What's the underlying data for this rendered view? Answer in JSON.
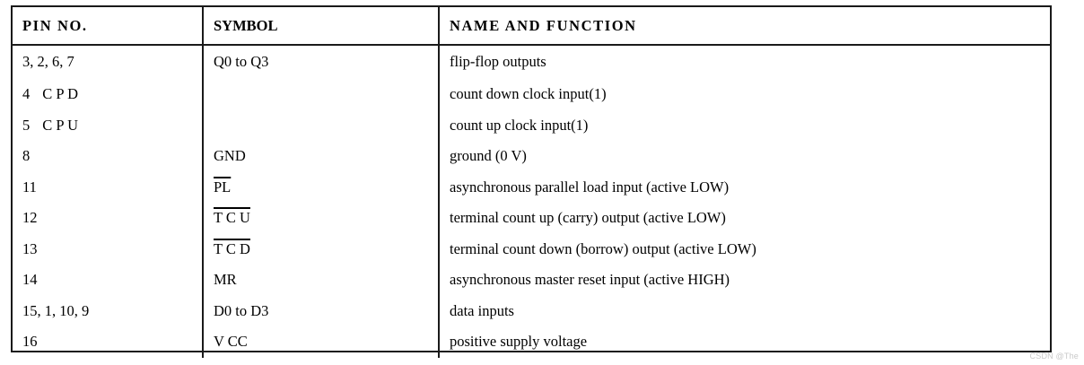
{
  "table": {
    "headers": {
      "pin": "PIN NO.",
      "symbol": "SYMBOL",
      "name": "NAME AND FUNCTION"
    },
    "rows": [
      {
        "pin": "3, 2, 6, 7",
        "symbol": "Q0 to Q3",
        "symbol_overline": "",
        "name": "flip-flop outputs"
      },
      {
        "pin": "4",
        "pin_extra": "C P D",
        "symbol": "",
        "symbol_overline": "",
        "name": "count down clock input(1)"
      },
      {
        "pin": "5",
        "pin_extra": "C P U",
        "symbol": "",
        "symbol_overline": "",
        "name": "count up clock input(1)"
      },
      {
        "pin": "8",
        "symbol": "GND",
        "symbol_overline": "",
        "name": "ground (0 V)"
      },
      {
        "pin": "11",
        "symbol": "",
        "symbol_overline": "PL",
        "name": "asynchronous parallel load input (active LOW)"
      },
      {
        "pin": "12",
        "symbol": "",
        "symbol_overline": "T C U",
        "name": "terminal count up (carry) output (active LOW)"
      },
      {
        "pin": "13",
        "symbol": "",
        "symbol_overline": "T C D",
        "name": "terminal count down (borrow) output (active LOW)"
      },
      {
        "pin": "14",
        "symbol": "MR",
        "symbol_overline": "",
        "name": "asynchronous master reset input (active HIGH)"
      },
      {
        "pin": "15, 1, 10, 9",
        "symbol": "D0 to D3",
        "symbol_overline": "",
        "name": "data inputs"
      },
      {
        "pin": "16",
        "symbol": "V CC",
        "symbol_overline": "",
        "name": "positive supply voltage"
      }
    ]
  },
  "watermark": {
    "text": "CSDN @The"
  },
  "colors": {
    "border": "#1a1a1a",
    "text": "#000000",
    "background": "#ffffff",
    "watermark": "#c9c9c9"
  }
}
